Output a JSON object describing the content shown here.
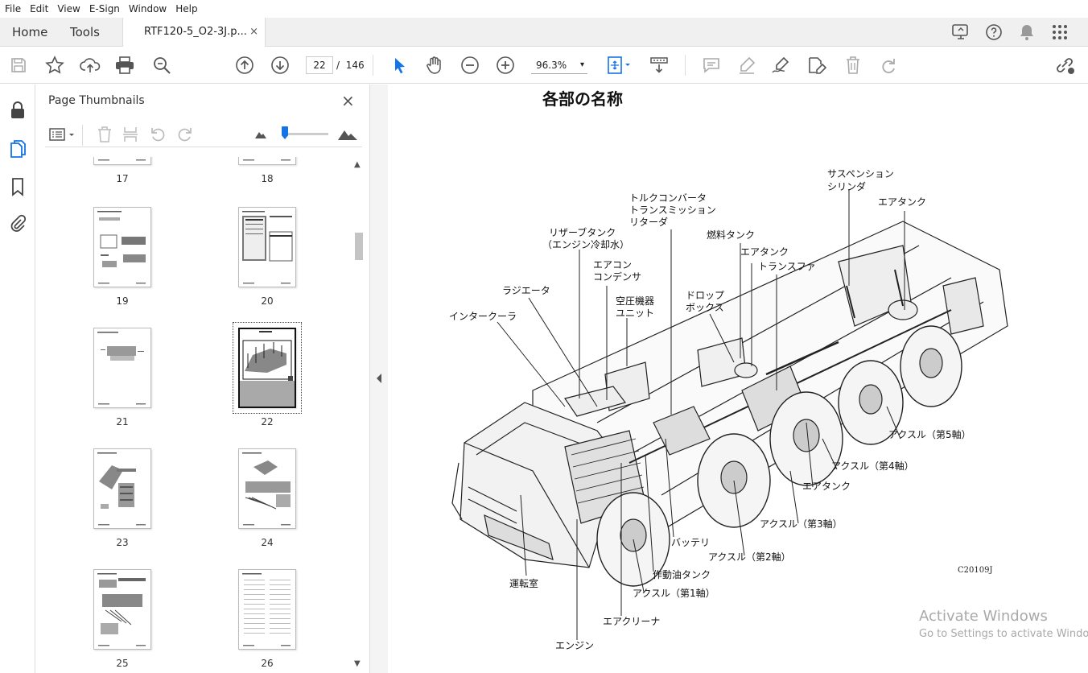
{
  "menu": [
    "File",
    "Edit",
    "View",
    "E-Sign",
    "Window",
    "Help"
  ],
  "tabs": {
    "home": "Home",
    "tools": "Tools",
    "doc": "RTF120-5_O2-3J.p...",
    "close": "×"
  },
  "toolbar": {
    "page_current": "22",
    "page_sep": "/",
    "page_total": "146",
    "zoom": "96.3%"
  },
  "panel": {
    "title": "Page Thumbnails",
    "close": "×"
  },
  "thumbnails": [
    "17",
    "18",
    "19",
    "20",
    "21",
    "22",
    "23",
    "24",
    "25",
    "26"
  ],
  "document": {
    "title": "各部の名称",
    "labels": [
      "サスペンション",
      "シリンダ",
      "エアタンク",
      "トルクコンバータ",
      "トランスミッション",
      "リターダ",
      "リザーブタンク",
      "（エンジン冷却水）",
      "燃料タンク",
      "エアタンク",
      "トランスファ",
      "エアコン",
      "コンデンサ",
      "ラジエータ",
      "空圧機器",
      "ユニット",
      "ドロップ",
      "ボックス",
      "インタークーラ",
      "アクスル（第5軸）",
      "アクスル（第4軸）",
      "エアタンク",
      "アクスル（第3軸）",
      "バッテリ",
      "アクスル（第2軸）",
      "作動油タンク",
      "アクスル（第1軸）",
      "運転室",
      "エアクリーナ",
      "エンジン"
    ],
    "code": "C20109J"
  },
  "watermark": {
    "line1": "Activate Windows",
    "line2": "Go to Settings to activate Windows."
  },
  "colors": {
    "accent": "#1473e6",
    "selection": "#1473e6"
  }
}
